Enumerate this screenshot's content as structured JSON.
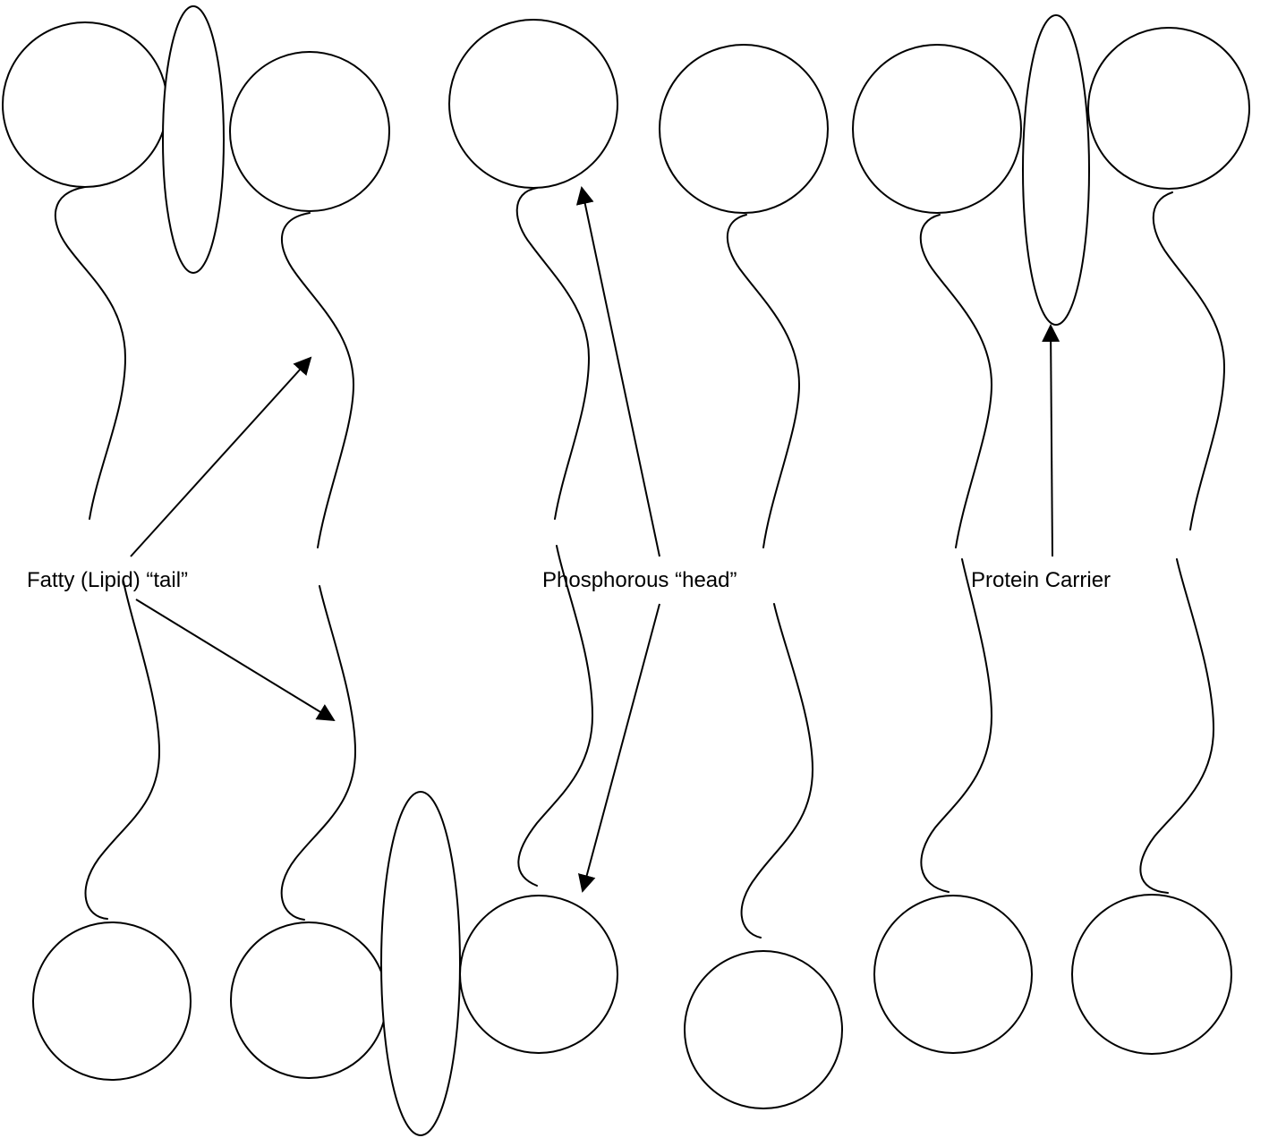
{
  "labels": {
    "lipid_tail": "Fatty (Lipid) “tail”",
    "phosphorous_head": "Phosphorous “head”",
    "protein_carrier": "Protein Carrier"
  },
  "colors": {
    "stroke": "#000000",
    "background": "#ffffff"
  }
}
